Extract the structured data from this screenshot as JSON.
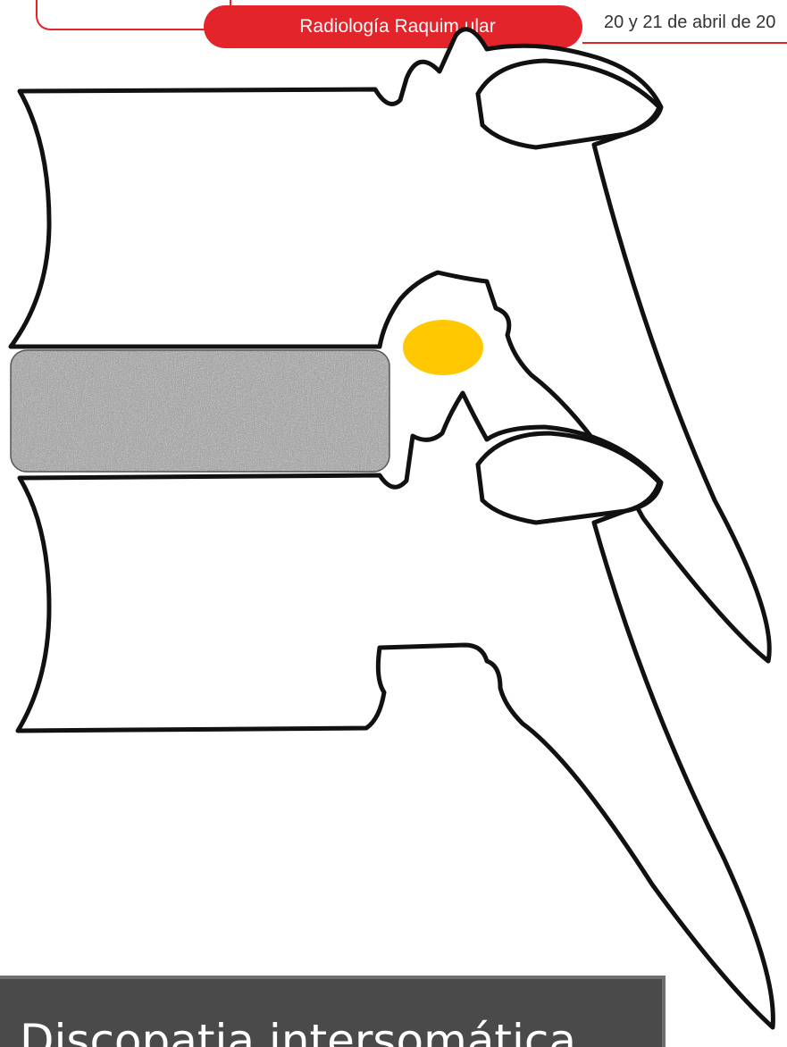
{
  "header": {
    "pill_text": "Radiología Raquim   ular",
    "date_text": "20 y 21 de abril de 20"
  },
  "caption": {
    "text": "Discopatia intersomática"
  },
  "colors": {
    "accent_red": "#e3242b",
    "facet_highlight": "#ffc800",
    "disc_gray": "#9a9a9a",
    "caption_bg": "#4a4a4a"
  }
}
